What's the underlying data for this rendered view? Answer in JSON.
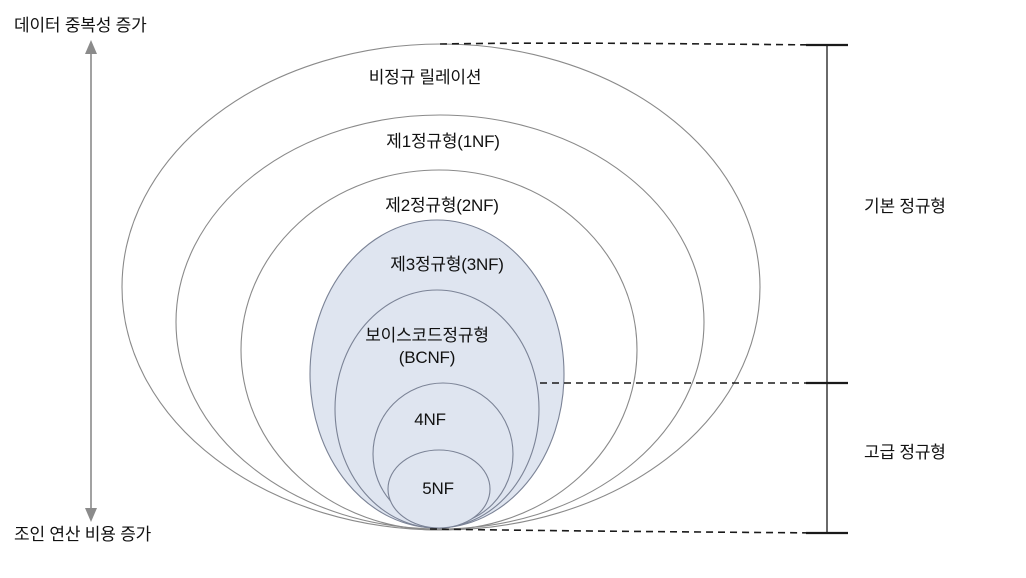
{
  "diagram": {
    "title": "Database Normalization Nested Normal Forms Diagram",
    "axis": {
      "top_label": "데이터 중복성 증가",
      "bottom_label": "조인 연산 비용 증가",
      "orientation": "vertical-double-arrow"
    },
    "brackets": [
      {
        "id": "basic",
        "label": "기본 정규형"
      },
      {
        "id": "advanced",
        "label": "고급 정규형"
      }
    ],
    "rings": [
      {
        "id": "unnormalized",
        "label": "비정규 릴레이션",
        "label2": "",
        "filled": false
      },
      {
        "id": "1nf",
        "label": "제1정규형(1NF)",
        "label2": "",
        "filled": false
      },
      {
        "id": "2nf",
        "label": "제2정규형(2NF)",
        "label2": "",
        "filled": false
      },
      {
        "id": "3nf",
        "label": "제3정규형(3NF)",
        "label2": "",
        "filled": true
      },
      {
        "id": "bcnf",
        "label": "보이스코드정규형",
        "label2": "(BCNF)",
        "filled": true
      },
      {
        "id": "4nf",
        "label": "4NF",
        "label2": "",
        "filled": true
      },
      {
        "id": "5nf",
        "label": "5NF",
        "label2": "",
        "filled": true
      }
    ],
    "colors": {
      "fill": "#dfe5f0",
      "stroke": "#707070",
      "dashed": "#1a1a1a",
      "axis": "#808080",
      "text": "#111111",
      "background": "#ffffff"
    }
  }
}
